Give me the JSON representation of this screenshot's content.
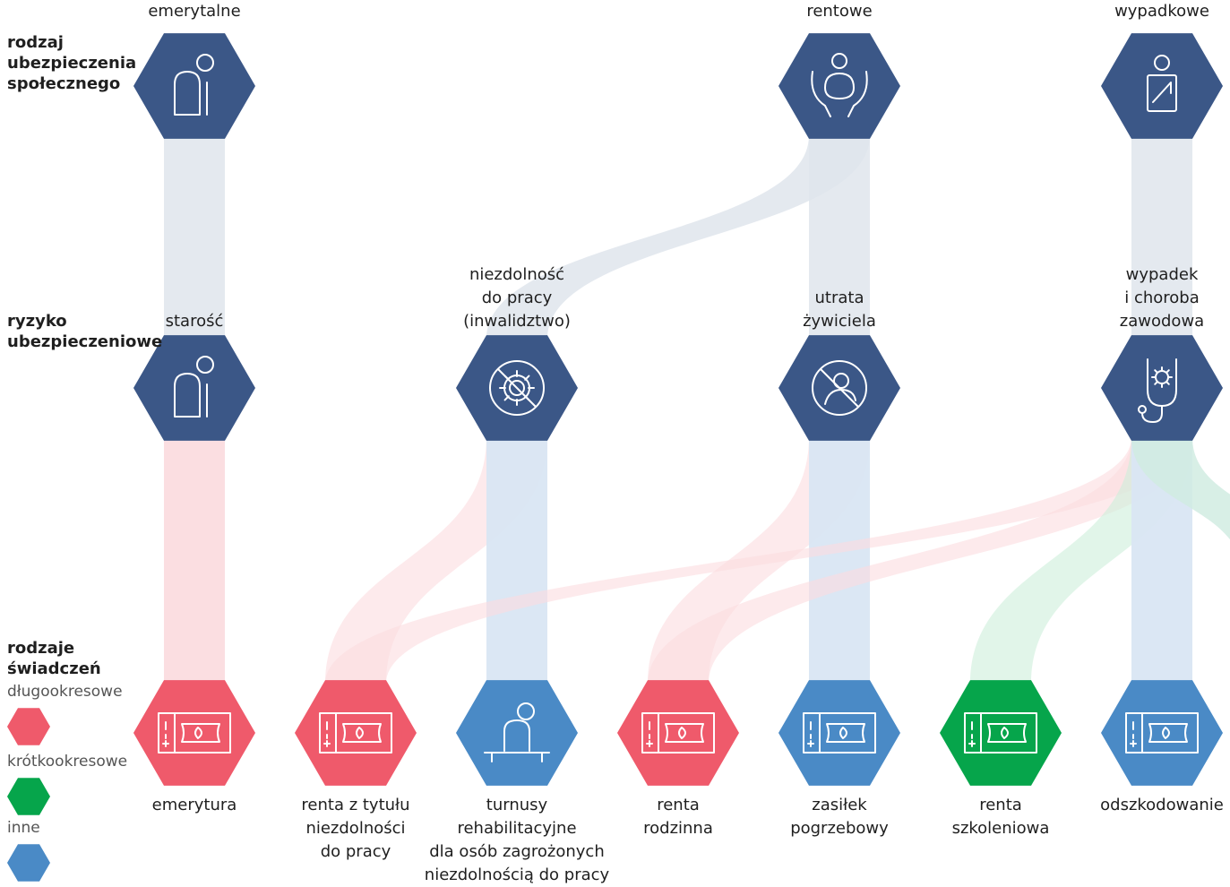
{
  "colors": {
    "navy": "#3b5787",
    "red": "#ef5a6b",
    "green": "#06a54b",
    "blue": "#4a8ac6",
    "flow_gray": "#dfe5ec",
    "flow_red": "#fbdcdf",
    "flow_blue": "#d9e6f3",
    "flow_green": "#cdeedb"
  },
  "row_titles": {
    "insurance": "rodzaj\nubezpieczenia\nspołecznego",
    "risk": "ryzyko\nubezpieczeniowe",
    "benefits": "rodzaje\nświadczeń"
  },
  "legend": [
    {
      "label": "długookresowe",
      "color": "red"
    },
    {
      "label": "krótkookresowe",
      "color": "green"
    },
    {
      "label": "inne",
      "color": "blue"
    }
  ],
  "insurance_types": [
    {
      "id": "emerytalne",
      "label": "emerytalne",
      "icon": "elderly-person-icon"
    },
    {
      "id": "rentowe",
      "label": "rentowe",
      "icon": "hands-holding-person-icon"
    },
    {
      "id": "wypadkowe",
      "label": "wypadkowe",
      "icon": "injured-person-icon"
    }
  ],
  "risks": [
    {
      "id": "starosc",
      "label": "starość",
      "icon": "elderly-person-icon"
    },
    {
      "id": "niezdolnosc",
      "label": "niezdolność\ndo pracy\n(inwalidztwo)",
      "icon": "disabled-gear-icon"
    },
    {
      "id": "utrata",
      "label": "utrata\nżywiciela",
      "icon": "no-person-icon"
    },
    {
      "id": "wypadek",
      "label": "wypadek\ni choroba\nzawodowa",
      "icon": "stethoscope-gear-icon"
    }
  ],
  "benefits": [
    {
      "id": "emerytura",
      "label": "emerytura",
      "type": "red",
      "icon": "banknote-icon"
    },
    {
      "id": "renta_niezdolnosc",
      "label": "renta z tytułu\nniezdolności\ndo pracy",
      "type": "red",
      "icon": "banknote-icon"
    },
    {
      "id": "turnusy",
      "label": "turnusy\nrehabilitacyjne\ndla osób zagrożonych\nniezdolnością do pracy",
      "type": "blue",
      "icon": "person-at-desk-icon"
    },
    {
      "id": "renta_rodzinna",
      "label": "renta\nrodzinna",
      "type": "red",
      "icon": "banknote-icon"
    },
    {
      "id": "zasilek",
      "label": "zasiłek\npogrzebowy",
      "type": "blue",
      "icon": "banknote-icon"
    },
    {
      "id": "renta_szkol",
      "label": "renta\nszkoleniowa",
      "type": "green",
      "icon": "banknote-icon"
    },
    {
      "id": "odszkodowanie",
      "label": "odszkodowanie",
      "type": "blue",
      "icon": "banknote-icon"
    }
  ],
  "links_insurance_to_risk": [
    {
      "from": "emerytalne",
      "to": "starosc"
    },
    {
      "from": "rentowe",
      "to": "niezdolnosc"
    },
    {
      "from": "rentowe",
      "to": "utrata"
    },
    {
      "from": "wypadkowe",
      "to": "wypadek"
    }
  ],
  "links_risk_to_benefit": [
    {
      "from": "starosc",
      "to": "emerytura",
      "color": "red"
    },
    {
      "from": "niezdolnosc",
      "to": "renta_niezdolnosc",
      "color": "red"
    },
    {
      "from": "niezdolnosc",
      "to": "turnusy",
      "color": "blue"
    },
    {
      "from": "utrata",
      "to": "renta_rodzinna",
      "color": "red"
    },
    {
      "from": "utrata",
      "to": "zasilek",
      "color": "blue"
    },
    {
      "from": "wypadek",
      "to": "renta_niezdolnosc",
      "color": "red"
    },
    {
      "from": "wypadek",
      "to": "renta_rodzinna",
      "color": "red"
    },
    {
      "from": "wypadek",
      "to": "renta_szkol",
      "color": "green"
    },
    {
      "from": "wypadek",
      "to": "odszkodowanie",
      "color": "blue"
    },
    {
      "from": "wypadek",
      "to": "offscreen",
      "color": "blue"
    },
    {
      "from": "wypadek",
      "to": "offscreen",
      "color": "green"
    }
  ]
}
